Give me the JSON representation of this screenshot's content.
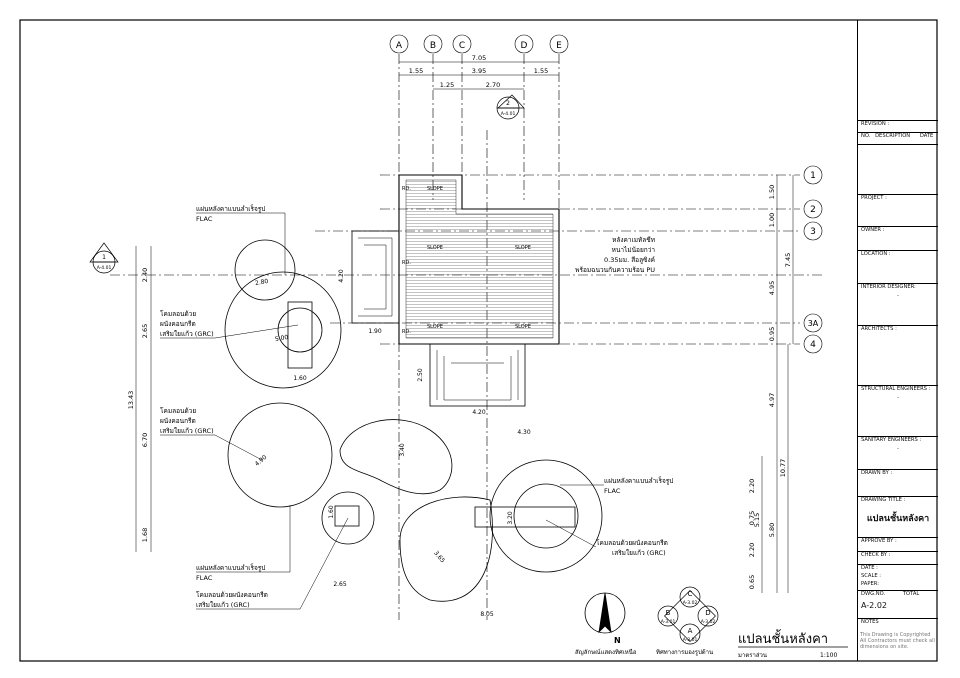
{
  "grid_columns": [
    "A",
    "B",
    "C",
    "D",
    "E"
  ],
  "grid_rows": [
    "1",
    "2",
    "3",
    "3A",
    "4"
  ],
  "dim_top": {
    "overall": "7.05",
    "outer": [
      "1.55",
      "3.95",
      "1.55"
    ],
    "inner": [
      "1.25",
      "2.70"
    ]
  },
  "dim_right": {
    "chain_a": [
      "1.50",
      "1.00",
      "4.95",
      "0.95"
    ],
    "overall_a": "7.45",
    "chain_b": [
      "4.97",
      "2.20",
      "0.75",
      "2.20",
      "0.65"
    ],
    "overall_b": [
      "10.77",
      "5.15",
      "5.80"
    ]
  },
  "dim_left": {
    "chain": [
      "2.40",
      "2.65",
      "6.70",
      "1.68"
    ],
    "overall": "13.43"
  },
  "dim_misc": {
    "r_top": "2.80",
    "r_mid": "5.00",
    "w_160": "1.60",
    "r_490": "4.90",
    "v_340": "3.40",
    "v_160": "1.60",
    "w_265": "2.65",
    "w_430": "4.30",
    "v_320": "3.20",
    "r_365": "3.65",
    "w_805": "8.05",
    "v_420": "4.20",
    "w_190": "1.90",
    "v_250": "2.50",
    "w_420": "4.20"
  },
  "roof_labels": {
    "slope": "SLOPE",
    "rd": "RD.",
    "roof_note": [
      "หลังคาเมทัลชีท",
      "หนาไม่น้อยกว่า",
      "0.35มม. สีอลูซิงค์",
      "พร้อมฉนวนกันความร้อน PU"
    ]
  },
  "notes": {
    "flac_label": "แผ่นหลังคาแบนลำเร็จรูป",
    "flac_code": "FLAC",
    "grc_1": "โคมลอนด้วย",
    "grc_2": "ผนังคอนกรีต",
    "grc_3": "เสริมใยแก้ว (GRC)",
    "grc_long": "โคมลอนด้วยผนังคอนกรีต",
    "grc_short": "เสริมใยแก้ว (GRC)"
  },
  "section_markers": {
    "north_top": {
      "num": "2",
      "sheet": "A-4.01"
    },
    "west": {
      "num": "1",
      "sheet": "A-4.01"
    }
  },
  "elevation_key": {
    "c": {
      "letter": "C",
      "sheet": "A-3.02"
    },
    "b": {
      "letter": "B",
      "sheet": "A-3.01"
    },
    "d": {
      "letter": "D",
      "sheet": "A-3.02"
    },
    "a": {
      "letter": "A",
      "sheet": "A-3.01"
    }
  },
  "legend": {
    "north_letter": "N",
    "north_caption": "สัญลักษณ์แสดงทิศเหนือ",
    "elev_caption": "ทิศทางการมองรูปด้าน"
  },
  "plan_title": {
    "title": "แปลนชั้นหลังคา",
    "scale_label": "มาตราส่วน",
    "scale_value": "1:100"
  },
  "title_block": {
    "revision": "REVISION :",
    "col_no": "NO.",
    "col_desc": "DESCRIPTION",
    "col_date": "DATE",
    "project": "PROJECT :",
    "owner": "OWNER :",
    "location": "LOCATION :",
    "interior": "INTERIOR DESIGNER:",
    "dash": "-",
    "architects": "ARCHITECTS :",
    "structural": "STRUCTURAL ENGINEERS :",
    "sanitary": "SANITARY ENGINEERS :",
    "drawn_by": "DRAWN BY :",
    "drawing_title": "DRAWING TITLE :",
    "drawing_name": "แปลนชั้นหลังคา",
    "approve": "APPROVE BY :",
    "check": "CHECK BY :",
    "date": "DATE :",
    "scale": "SCALE :",
    "paper": "PAPER:",
    "dwg_no": "DWG.NO.",
    "total": "TOTAL",
    "dwg_value": "A-2.02",
    "notes": "NOTES",
    "note_text": "This Drawing is Copyrighted All Contractors must check all dimensions on site."
  }
}
